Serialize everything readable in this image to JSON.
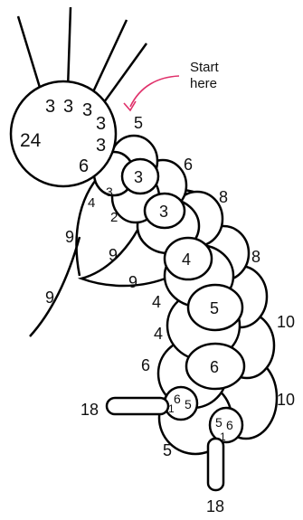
{
  "annotation": {
    "line1": "Start",
    "line2": "here",
    "arrow_color": "#e0306a"
  },
  "ring": {
    "count": "24",
    "picots": [
      "3",
      "3",
      "3",
      "3",
      "3",
      "6"
    ]
  },
  "chain_counts": {
    "inner_4": "4",
    "inner_3": "3",
    "inner_2": "2",
    "left_9a": "9",
    "left_9b": "9",
    "left_9c": "9",
    "left_9d": "9"
  },
  "rings": [
    {
      "label": "3",
      "counts": [
        "5",
        "6"
      ]
    },
    {
      "label": "3",
      "counts": [
        "8"
      ]
    },
    {
      "label": "4",
      "counts": [
        "8",
        "4"
      ]
    },
    {
      "label": "5",
      "counts": [
        "10",
        "4"
      ]
    },
    {
      "label": "6",
      "counts": [
        "6",
        "10"
      ]
    }
  ],
  "left_join": {
    "a": "6",
    "b": "5",
    "c": "1"
  },
  "right_join": {
    "a": "5",
    "b": "6",
    "c": "1"
  },
  "bottom_count": "5",
  "stems": {
    "left": "18",
    "bottom": "18"
  }
}
